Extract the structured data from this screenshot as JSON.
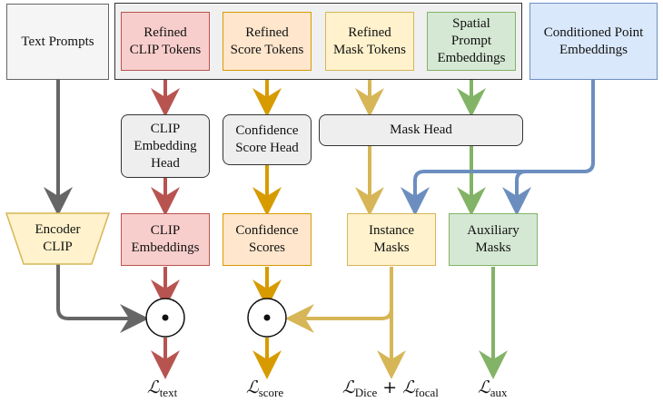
{
  "diagram": {
    "colors": {
      "gray": "#666666",
      "red": "#b85450",
      "orange": "#d79b00",
      "yellow": "#d6b656",
      "green": "#82b366",
      "blue": "#6c8ebf"
    },
    "inputs": {
      "text_prompts": "Text Prompts",
      "refined_clip_tokens": "Refined\nCLIP Tokens",
      "refined_score_tokens": "Refined\nScore Tokens",
      "refined_mask_tokens": "Refined\nMask Tokens",
      "spatial_prompt_embeddings": "Spatial\nPrompt\nEmbeddings",
      "conditioned_point_embeddings": "Conditioned Point\nEmbeddings"
    },
    "heads": {
      "clip_embedding_head": "CLIP\nEmbedding\nHead",
      "confidence_score_head": "Confidence\nScore Head",
      "mask_head": "Mask Head"
    },
    "outputs": {
      "encoder_clip": "Encoder\nCLIP",
      "clip_embeddings": "CLIP\nEmbeddings",
      "confidence_scores": "Confidence\nScores",
      "instance_masks": "Instance\nMasks",
      "auxiliary_masks": "Auxiliary\nMasks"
    },
    "operators": {
      "dot_product_symbol": "•"
    },
    "losses": {
      "text": {
        "symbol": "ℒ",
        "sub": "text"
      },
      "score": {
        "symbol": "ℒ",
        "sub": "score"
      },
      "dice_focal": {
        "symbol": "ℒ",
        "sub": "Dice",
        "plus": " + ",
        "symbol2": "ℒ",
        "sub2": "focal"
      },
      "aux": {
        "symbol": "ℒ",
        "sub": "aux"
      }
    }
  }
}
